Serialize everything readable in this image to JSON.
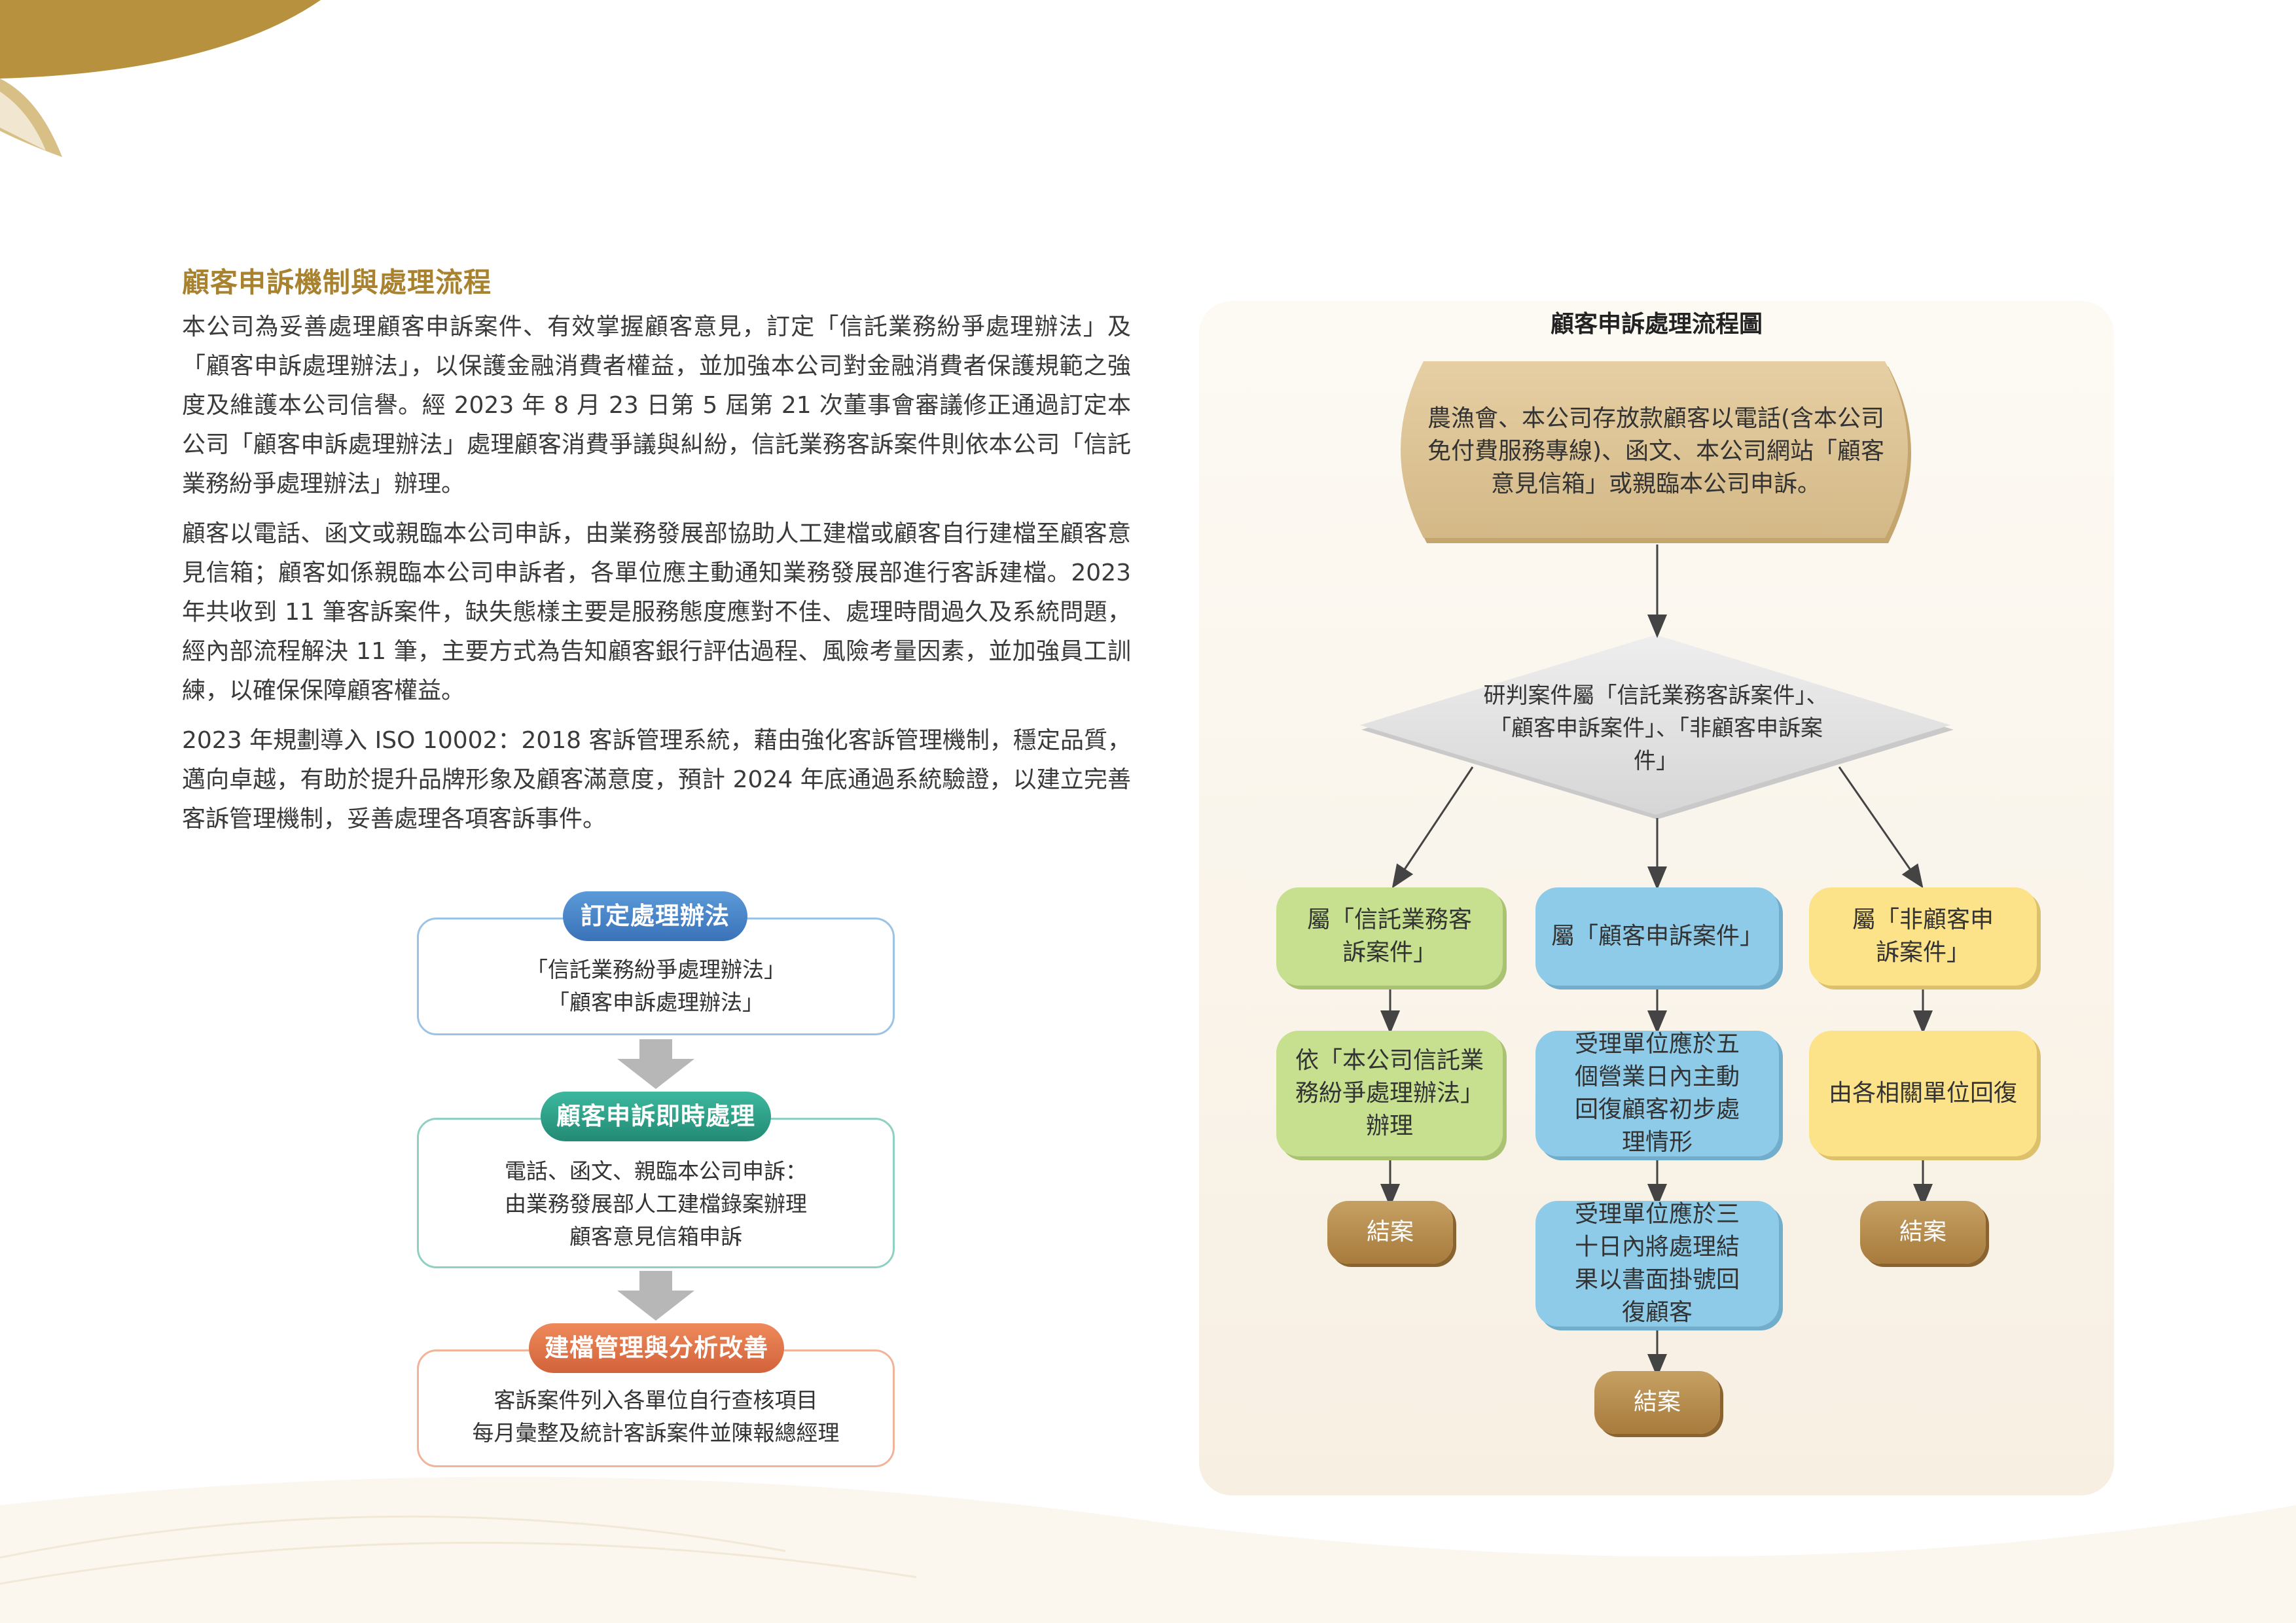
{
  "section": {
    "title": "顧客申訴機制與處理流程",
    "paragraphs": [
      "本公司為妥善處理顧客申訴案件、有效掌握顧客意見，訂定「信託業務紛爭處理辦法」及「顧客申訴處理辦法」，以保護金融消費者權益，並加強本公司對金融消費者保護規範之強度及維護本公司信譽。經 2023 年 8 月 23 日第 5 屆第 21 次董事會審議修正通過訂定本公司「顧客申訴處理辦法」處理顧客消費爭議與糾紛，信託業務客訴案件則依本公司「信託業務紛爭處理辦法」辦理。",
      "顧客以電話、函文或親臨本公司申訴，由業務發展部協助人工建檔或顧客自行建檔至顧客意見信箱；顧客如係親臨本公司申訴者，各單位應主動通知業務發展部進行客訴建檔。2023 年共收到 11 筆客訴案件，缺失態樣主要是服務態度應對不佳、處理時間過久及系統問題，經內部流程解決 11 筆，主要方式為告知顧客銀行評估過程、風險考量因素，並加強員工訓練，以確保保障顧客權益。",
      "2023 年規劃導入 ISO 10002：2018 客訴管理系統，藉由強化客訴管理機制，穩定品質，邁向卓越，有助於提升品牌形象及顧客滿意度，預計 2024 年底通過系統驗證，以建立完善客訴管理機制，妥善處理各項客訴事件。"
    ]
  },
  "process": {
    "steps": [
      {
        "label": "訂定處理辦法",
        "lines": [
          "「信託業務紛爭處理辦法」",
          "「顧客申訴處理辦法」"
        ],
        "color": "#3f7fc7",
        "border": "#9cc3e4"
      },
      {
        "label": "顧客申訴即時處理",
        "lines": [
          "電話、函文、親臨本公司申訴：",
          "由業務發展部人工建檔錄案辦理",
          "顧客意見信箱申訴"
        ],
        "color": "#2aa38b",
        "border": "#8fd0c2"
      },
      {
        "label": "建檔管理與分析改善",
        "lines": [
          "客訴案件列入各單位自行查核項目",
          "每月彙整及統計客訴案件並陳報總經理"
        ],
        "color": "#e2774a",
        "border": "#f0b498"
      }
    ]
  },
  "flowchart": {
    "title": "顧客申訴處理流程圖",
    "start": "農漁會、本公司存放款顧客以電話(含本公司免付費服務專線)、函文、本公司網站「顧客意見信箱」或親臨本公司申訴。",
    "decision": "研判案件屬「信託業務客訴案件」、「顧客申訴案件」、「非顧客申訴案件」",
    "branches": [
      {
        "category": "屬「信託業務客訴案件」",
        "action": "依「本公司信託業務紛爭處理辦法」辦理",
        "end": "結案"
      },
      {
        "category": "屬「顧客申訴案件」",
        "action": "受理單位應於五個營業日內主動回復顧客初步處理情形",
        "action2": "受理單位應於三十日內將處理結果以書面掛號回復顧客",
        "end": "結案"
      },
      {
        "category": "屬「非顧客申訴案件」",
        "action": "由各相關單位回復",
        "end": "結案"
      }
    ]
  }
}
